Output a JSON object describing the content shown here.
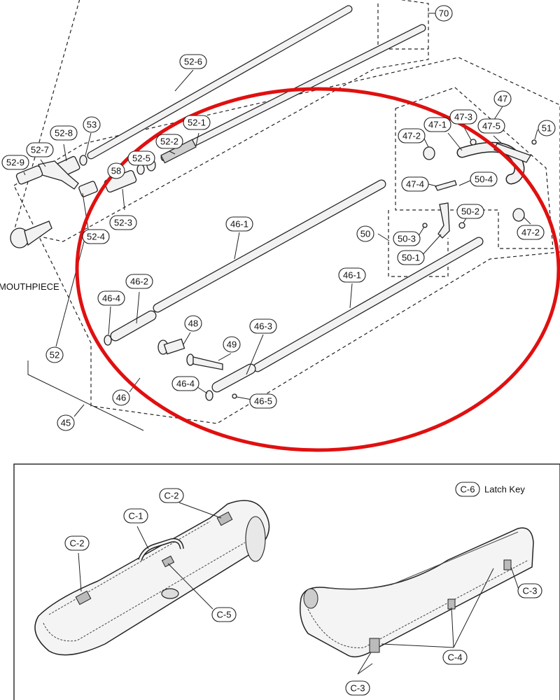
{
  "callouts": {
    "c70": "70",
    "c52_6": "52-6",
    "c47": "47",
    "c47_3": "47-3",
    "c47_1": "47-1",
    "c47_5": "47-5",
    "c51": "51",
    "c47_2a": "47-2",
    "c53": "53",
    "c52_8": "52-8",
    "c52_7": "52-7",
    "c52_9": "52-9",
    "c52_1": "52-1",
    "c52_2": "52-2",
    "c52_5": "52-5",
    "c58": "58",
    "c52_3": "52-3",
    "c52_4": "52-4",
    "c47_4": "47-4",
    "c50_4": "50-4",
    "c50_2": "50-2",
    "c47_2b": "47-2",
    "c50": "50",
    "c50_3": "50-3",
    "c50_1": "50-1",
    "c46_1a": "46-1",
    "c46_1b": "46-1",
    "c46_4a": "46-4",
    "c46_2": "46-2",
    "c48": "48",
    "c49": "49",
    "c46_3": "46-3",
    "c46_4b": "46-4",
    "c46_5": "46-5",
    "c52": "52",
    "c46": "46",
    "c45": "45",
    "cC6": "C-6",
    "cC2a": "C-2",
    "cC1": "C-1",
    "cC2b": "C-2",
    "cC5": "C-5",
    "cC3a": "C-3",
    "cC4": "C-4",
    "cC3b": "C-3"
  },
  "labels": {
    "mouthpiece": "MOUTHPIECE",
    "latch_key": "Latch Key"
  },
  "colors": {
    "highlight_ellipse": "#e01010",
    "ink": "#222222"
  }
}
